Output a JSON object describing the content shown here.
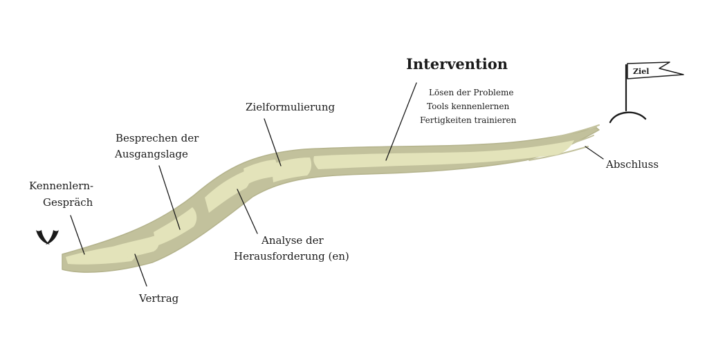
{
  "colors": {
    "path_outer": "#c2c19c",
    "path_inner": "#e3e3ba",
    "ink": "#1a1a1a",
    "background": "#ffffff"
  },
  "stages": {
    "kennenlern": [
      "Kennenlern-",
      "Gespräch"
    ],
    "vertrag": "Vertrag",
    "besprechen": [
      "Besprechen der",
      "Ausgangslage"
    ],
    "analyse": [
      "Analyse der",
      "Herausforderung (en)"
    ],
    "zielformulierung": "Zielformulierung",
    "intervention": {
      "title": "Intervention",
      "items": [
        "Lösen der Probleme",
        "Tools kennenlernen",
        "Fertigkeiten trainieren"
      ]
    },
    "abschluss": "Abschluss"
  },
  "flag": {
    "label": "Ziel"
  },
  "icons": {
    "start": "start-mark-icon",
    "goal": "goal-flag-icon"
  }
}
